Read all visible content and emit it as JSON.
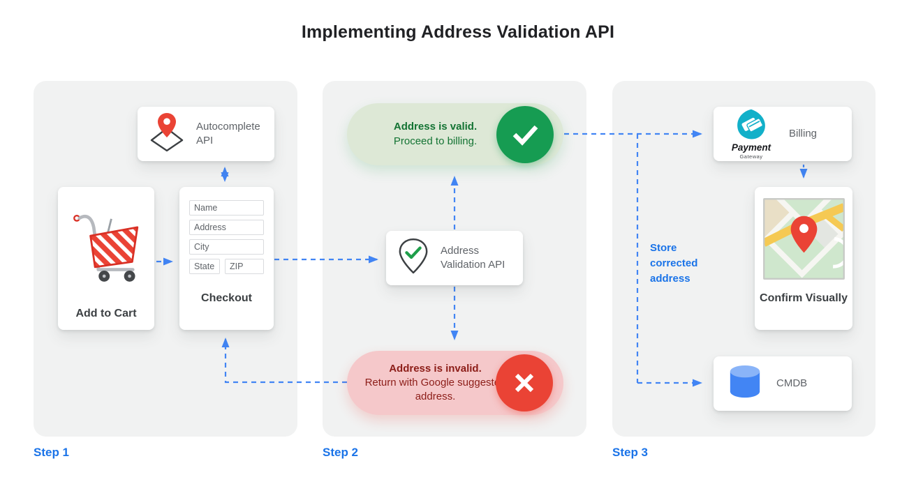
{
  "title": "Implementing Address Validation API",
  "step1": {
    "label": "Step 1",
    "autocomplete_api": {
      "label": "Autocomplete API",
      "icon": "map-pin-diamond-icon"
    },
    "add_to_cart": {
      "label": "Add to Cart",
      "icon": "shopping-cart-icon"
    },
    "checkout": {
      "label": "Checkout",
      "fields": {
        "name": "Name",
        "address": "Address",
        "city": "City",
        "state": "State",
        "zip": "ZIP"
      }
    }
  },
  "step2": {
    "label": "Step 2",
    "valid_outcome": {
      "title": "Address is valid.",
      "subtitle": "Proceed to billing.",
      "icon": "check-icon"
    },
    "validation_api": {
      "label": "Address Validation API",
      "icon": "pin-checkmark-icon"
    },
    "invalid_outcome": {
      "title": "Address is invalid.",
      "subtitle": "Return with Google suggested address.",
      "icon": "x-icon"
    }
  },
  "step3": {
    "label": "Step 3",
    "billing": {
      "label": "Billing",
      "logo_title": "Payment",
      "logo_subtitle": "Gateway",
      "icon": "payment-gateway-icon"
    },
    "confirm_visually": {
      "label": "Confirm Visually",
      "icon": "map-thumbnail-icon"
    },
    "cmdb": {
      "label": "CMDB",
      "icon": "database-cylinder-icon"
    },
    "store_note": "Store corrected address"
  },
  "colors": {
    "arrow_blue": "#4285f4",
    "step_label_blue": "#1a73e8",
    "valid_bg": "#dde8d6",
    "valid_text": "#137333",
    "valid_circle": "#169c52",
    "invalid_bg": "#f5c8ca",
    "invalid_text": "#8c1d18",
    "invalid_circle": "#ea4335",
    "panel_gray": "#f1f2f2",
    "card_label_gray": "#5f6368",
    "card_title_dark": "#3c4043",
    "pin_red": "#ea4335",
    "check_green": "#1e9e4a",
    "payment_teal": "#12b0c9",
    "cmdb_blue": "#4285f4",
    "cmdb_blue_light": "#8ab4f8"
  }
}
